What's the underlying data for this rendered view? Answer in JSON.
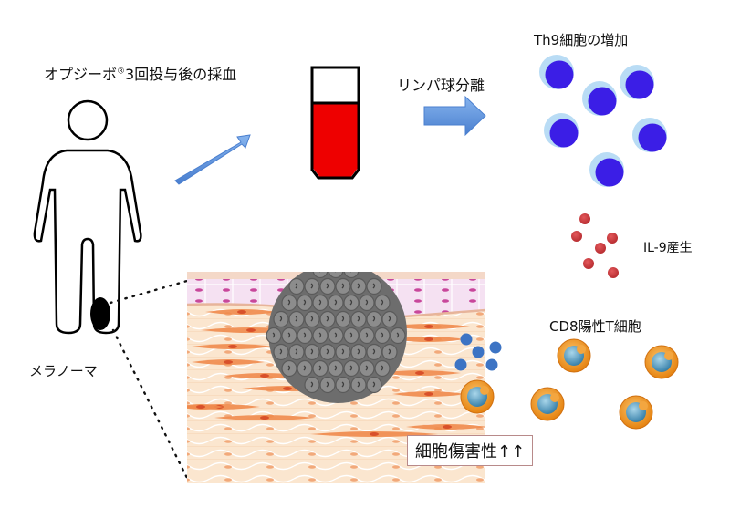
{
  "labels": {
    "blood_draw_prefix": "オプジーボ",
    "registered_mark": "®",
    "blood_draw_suffix": "3回投与後の採血",
    "lymphocyte_separation": "リンパ球分離",
    "th9_increase": "Th9細胞の増加",
    "il9_production": "IL-9産生",
    "cd8_t_cell": "CD8陽性T細胞",
    "melanoma": "メラノーマ",
    "cytotoxicity": "細胞傷害性↑↑"
  },
  "colors": {
    "arrow_blue": "#5b8fd9",
    "blood_red": "#ee0000",
    "th9_nucleus": "#3b1ee6",
    "th9_cytoplasm": "#b9dcf5",
    "il9_dot": "#c9393c",
    "cd8_outer": "#f0961e",
    "cd8_nucleus": "#3f8fb8",
    "cytokine_dot": "#3d74c4",
    "tumor_gray": "#7a7a7a",
    "skin_pink": "#f3dff0",
    "dermis_cream": "#fbe8d2",
    "fibroblast_orange": "#f08a4b"
  },
  "counts": {
    "th9_cells": 6,
    "il9_dots": 6,
    "cd8_cells": 5,
    "cytokine_dots_near_tumor": 5
  }
}
